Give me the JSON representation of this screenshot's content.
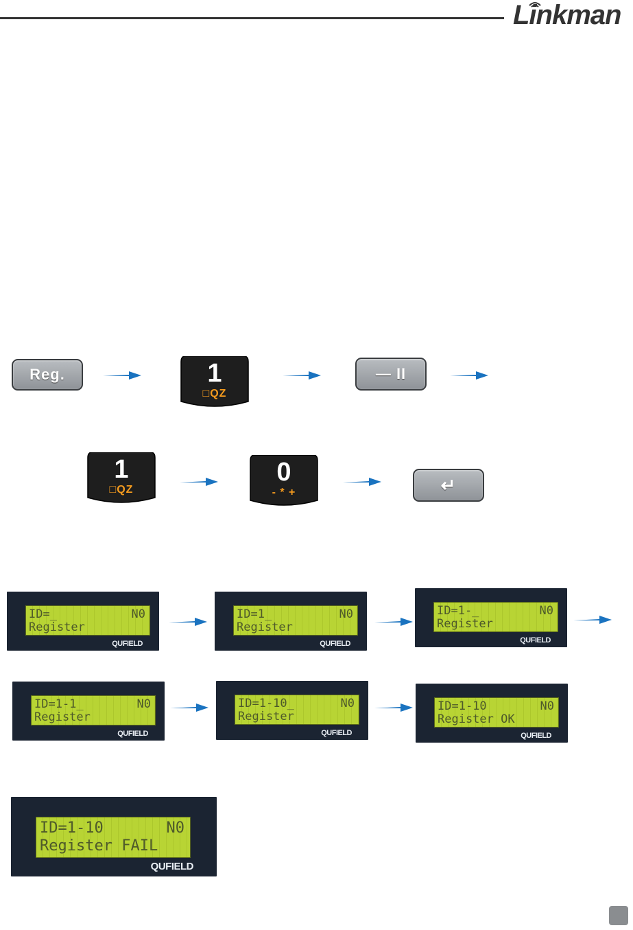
{
  "header": {
    "logo": "Linkman"
  },
  "keys": {
    "reg": "Reg.",
    "one_main": "1",
    "one_sub": "□QZ",
    "dash": "—  II",
    "zero_main": "0",
    "zero_sub": "- * +",
    "enter": "↵"
  },
  "lcds": [
    {
      "line1": "ID=_",
      "line2": "Register",
      "right": "N0",
      "brand": "QUFIELD"
    },
    {
      "line1": "ID=1_",
      "line2": "Register",
      "right": "N0",
      "brand": "QUFIELD"
    },
    {
      "line1": "ID=1-_",
      "line2": "Register",
      "right": "N0",
      "brand": "QUFIELD"
    },
    {
      "line1": "ID=1-1_",
      "line2": "Register",
      "right": "N0",
      "brand": "QUFIELD"
    },
    {
      "line1": "ID=1-10_",
      "line2": "Register",
      "right": "N0",
      "brand": "QUFIELD"
    },
    {
      "line1": "ID=1-10",
      "line2": "Register OK",
      "right": "N0",
      "brand": "QUFIELD"
    },
    {
      "line1": "ID=1-10",
      "line2": "Register FAIL",
      "right": "N0",
      "brand": "QUFIELD"
    }
  ],
  "colors": {
    "arrow": "#1a73c0",
    "lcd_bg": "#b8d434",
    "key_accent": "#f39a1e"
  },
  "icons": [
    "wifi-icon",
    "arrow-right-icon",
    "enter-icon"
  ]
}
